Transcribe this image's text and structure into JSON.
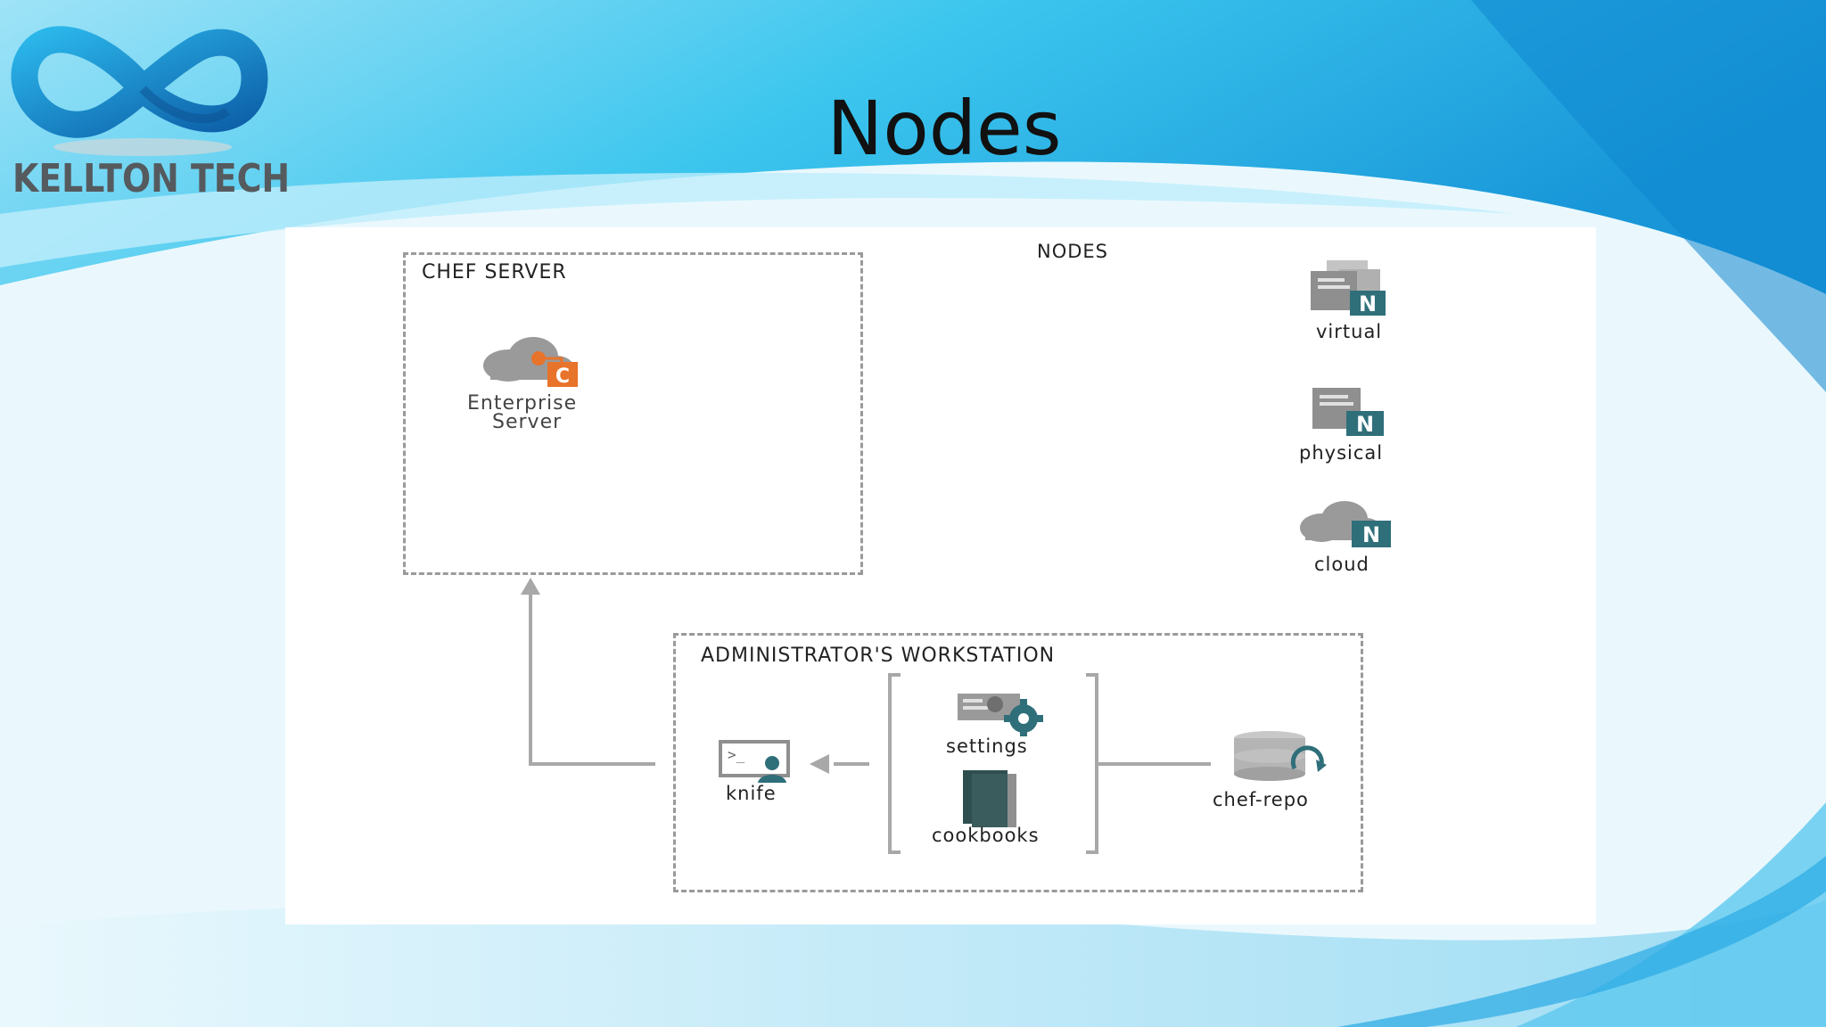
{
  "slide": {
    "title": "Nodes",
    "logo_text": "KELLTON TECH"
  },
  "diagram": {
    "chef_server": {
      "title": "CHEF SERVER",
      "enterprise_server_line1": "Enterprise",
      "enterprise_server_line2": "Server"
    },
    "nodes": {
      "title": "NODES",
      "virtual": "virtual",
      "physical": "physical",
      "cloud": "cloud",
      "badge": "N"
    },
    "workstation": {
      "title": "ADMINISTRATOR'S WORKSTATION",
      "knife": "knife",
      "settings": "settings",
      "cookbooks": "cookbooks",
      "chef_repo": "chef-repo"
    },
    "chef_badge": "C"
  },
  "colors": {
    "accent_blue": "#1aa3e0",
    "chef_orange": "#e8732a",
    "node_teal": "#2f6f7a",
    "gray_icon": "#9a9a9a"
  }
}
